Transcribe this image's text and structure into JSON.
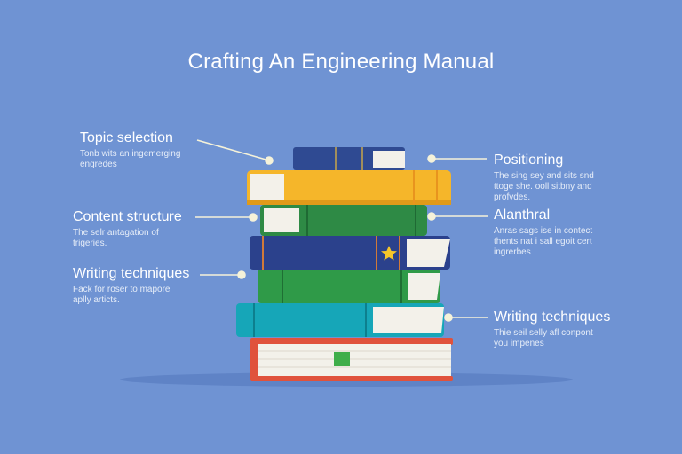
{
  "title": "Crafting An Engineering Manual",
  "left_labels": [
    {
      "heading": "Topic selection",
      "description": "Tonb wits an ingemerging\nengredes"
    },
    {
      "heading": "Content structure",
      "description": "The selr antagation of\ntrigeries."
    },
    {
      "heading": "Writing techniques",
      "description": "Fack for roser to mapore\naplly articts."
    }
  ],
  "right_labels": [
    {
      "heading": "Positioning",
      "description": "The sing sey and sits snd\nttoge she. ooll sitbny and\nprofvdes."
    },
    {
      "heading": "Alanthral",
      "description": "Anras sags ise in contect\nthents nat i sall egoit cert\ningrerbes"
    },
    {
      "heading": "Writing techniques",
      "description": "Thie seil selly afl conpont\nyou impenes"
    }
  ],
  "colors": {
    "background": "#6f93d3",
    "book_navy_top": "#2f4a92",
    "book_yellow": "#f5b62a",
    "book_green": "#2e8a45",
    "book_navy": "#2b418c",
    "book_green2": "#2f9a48",
    "book_teal": "#16a6b8",
    "book_red": "#e0523c",
    "pages": "#f3f1ea",
    "connector": "#f5f2d9"
  },
  "icons": [
    "star-icon",
    "bookmark-icon"
  ]
}
